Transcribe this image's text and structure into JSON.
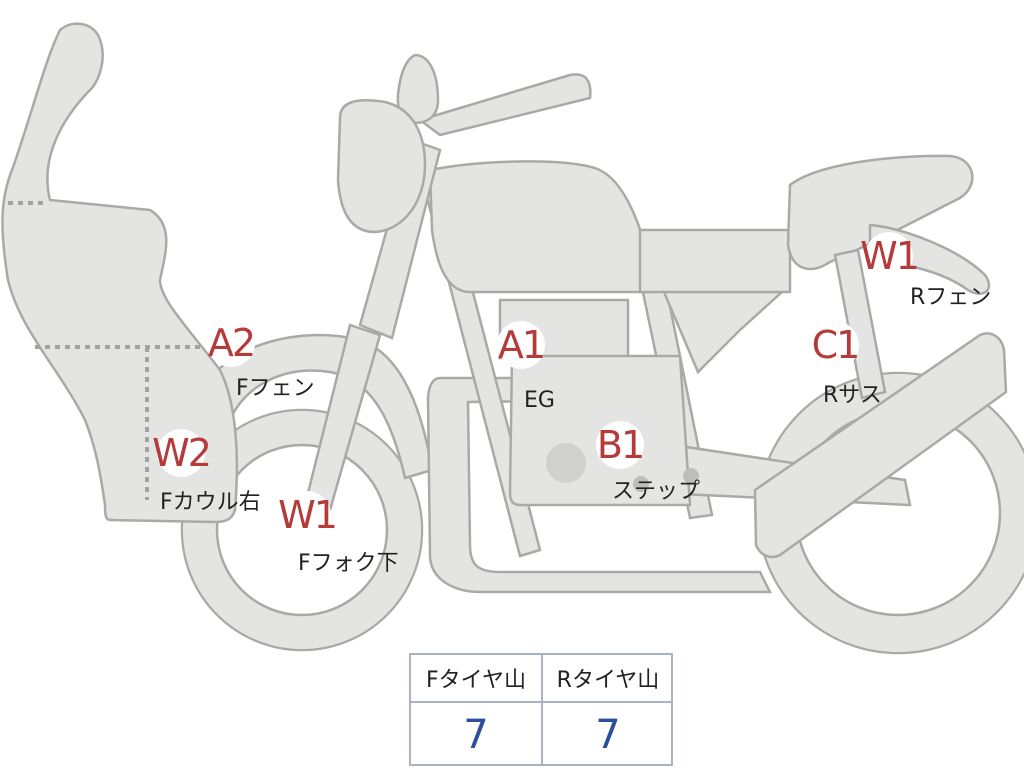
{
  "markers": [
    {
      "id": "a2",
      "code": "A2",
      "label": "Fフェン"
    },
    {
      "id": "w2",
      "code": "W2",
      "label": "Fカウル右"
    },
    {
      "id": "w1f",
      "code": "W1",
      "label": "Fフォク下"
    },
    {
      "id": "a1",
      "code": "A1",
      "label": "EG"
    },
    {
      "id": "b1",
      "code": "B1",
      "label": "ステップ"
    },
    {
      "id": "w1r",
      "code": "W1",
      "label": "Rフェン"
    },
    {
      "id": "c1",
      "code": "C1",
      "label": "Rサス"
    }
  ],
  "tread_table": {
    "headers": [
      "Fタイヤ山",
      "Rタイヤ山"
    ],
    "values": [
      "7",
      "7"
    ]
  },
  "colors": {
    "part_fill": "#e4e4e2",
    "part_outline": "#a9a9a7",
    "marker_text": "#b53a3a",
    "value_text": "#2a4f9c",
    "table_border": "#aab2c4"
  }
}
